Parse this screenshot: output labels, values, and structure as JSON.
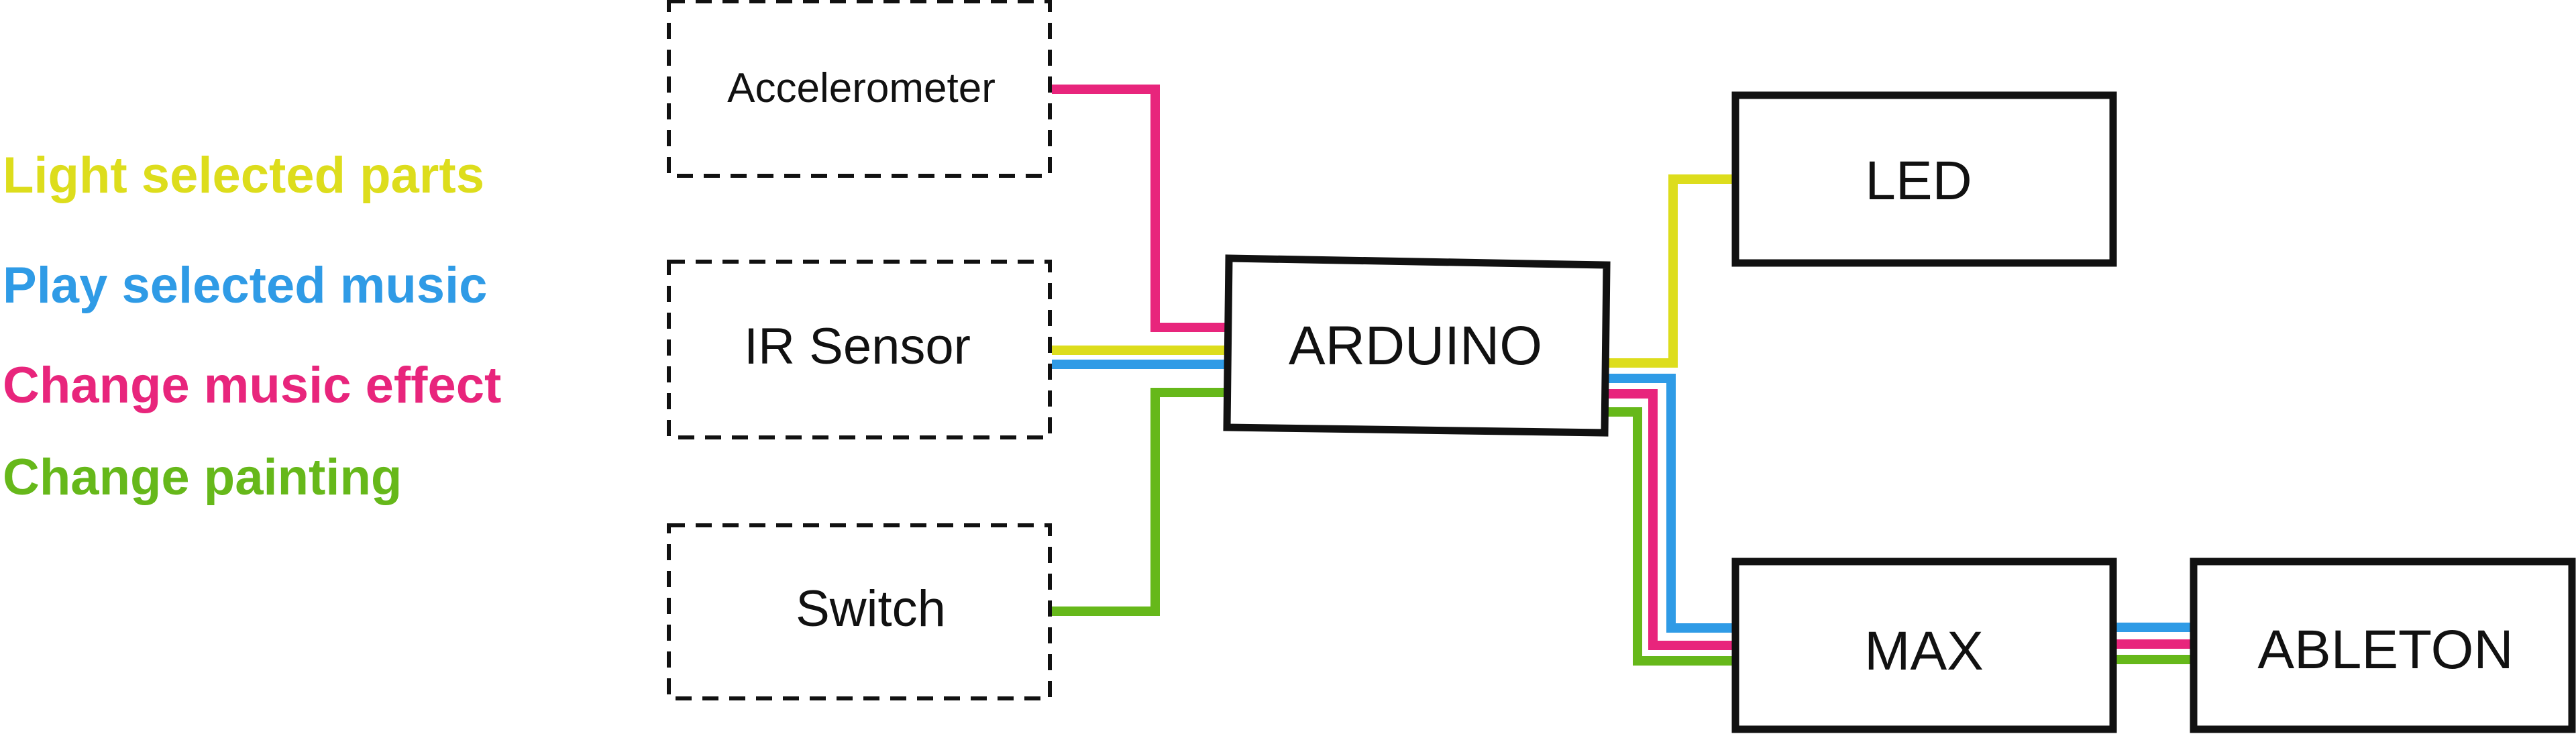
{
  "legend": [
    {
      "label": "Light selected parts",
      "color": "#dddd1c"
    },
    {
      "label": "Play selected music",
      "color": "#2f9be6"
    },
    {
      "label": "Change music effect",
      "color": "#e8257c"
    },
    {
      "label": "Change painting",
      "color": "#66b81a"
    }
  ],
  "nodes": {
    "accelerometer": "Accelerometer",
    "ir_sensor": "IR Sensor",
    "switch": "Switch",
    "arduino": "ARDUINO",
    "led": "LED",
    "max": "MAX",
    "ableton": "ABLETON"
  },
  "colors": {
    "yellow": "#dddd1c",
    "blue": "#2f9be6",
    "pink": "#e8257c",
    "green": "#66b81a",
    "box": "#111111"
  }
}
